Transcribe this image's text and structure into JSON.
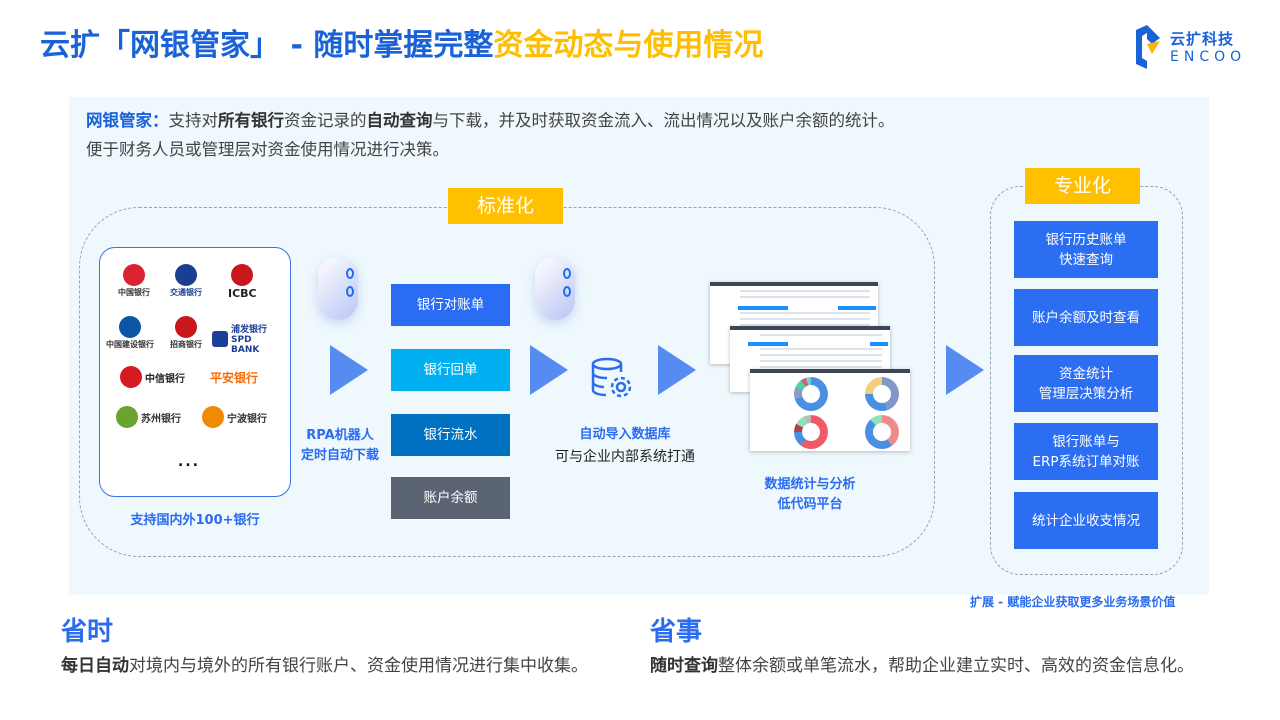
{
  "title": {
    "part1": "云扩「网银管家」 - 随时掌握完整",
    "part2": "资金动态与使用情况"
  },
  "logo": {
    "cn": "云扩科技",
    "en": "ENCOO"
  },
  "intro": {
    "lead": "网银管家：",
    "t1": "支持对",
    "b1": "所有银行",
    "t2": "资金记录的",
    "b2": "自动查询",
    "t3": "与下载，并及时获取资金流入、流出情况以及账户余额的统计。",
    "line2": "便于财务人员或管理层对资金使用情况进行决策。"
  },
  "standard_badge": "标准化",
  "pro_badge": "专业化",
  "banks": [
    {
      "name": "中国银行",
      "color": "#d9232e"
    },
    {
      "name": "交通银行",
      "color": "#1b3f8f"
    },
    {
      "name": "ICBC",
      "color": "#c8161d"
    },
    {
      "name": "中国建设银行",
      "color": "#0e56a5"
    },
    {
      "name": "招商银行",
      "color": "#c8161d"
    },
    {
      "name": "浦发银行 SPD BANK",
      "color": "#1e3f97"
    },
    {
      "name": "中信银行",
      "color": "#d71a21"
    },
    {
      "name": "平安银行",
      "color": "#ff6a00"
    },
    {
      "name": "苏州银行",
      "color": "#6aa32d"
    },
    {
      "name": "宁波银行",
      "color": "#f08a00"
    }
  ],
  "banks_more": "...",
  "banks_caption": "支持国内外100+银行",
  "rpa_caption": {
    "l1": "RPA机器人",
    "l2": "定时自动下载"
  },
  "doc_blocks": [
    {
      "label": "银行对账单",
      "color": "#2b6cf5"
    },
    {
      "label": "银行回单",
      "color": "#00b0f0"
    },
    {
      "label": "银行流水",
      "color": "#0070c0"
    },
    {
      "label": "账户余额",
      "color": "#5a6472"
    }
  ],
  "db_caption": {
    "l1": "自动导入数据库",
    "l2": "可与企业内部系统打通"
  },
  "platform_caption": {
    "l1": "数据统计与分析",
    "l2": "低代码平台"
  },
  "pro_items": [
    "银行历史账单\n快速查询",
    "账户余额及时查看",
    "资金统计\n管理层决策分析",
    "银行账单与\nERP系统订单对账",
    "统计企业收支情况"
  ],
  "extend_caption": "扩展 - 赋能企业获取更多业务场景价值",
  "bottom": {
    "left": {
      "heading": "省时",
      "bold": "每日自动",
      "text": "对境内与境外的所有银行账户、资金使用情况进行集中收集。"
    },
    "right": {
      "heading": "省事",
      "bold": "随时查询",
      "text": "整体余额或单笔流水，帮助企业建立实时、高效的资金信息化。"
    }
  }
}
